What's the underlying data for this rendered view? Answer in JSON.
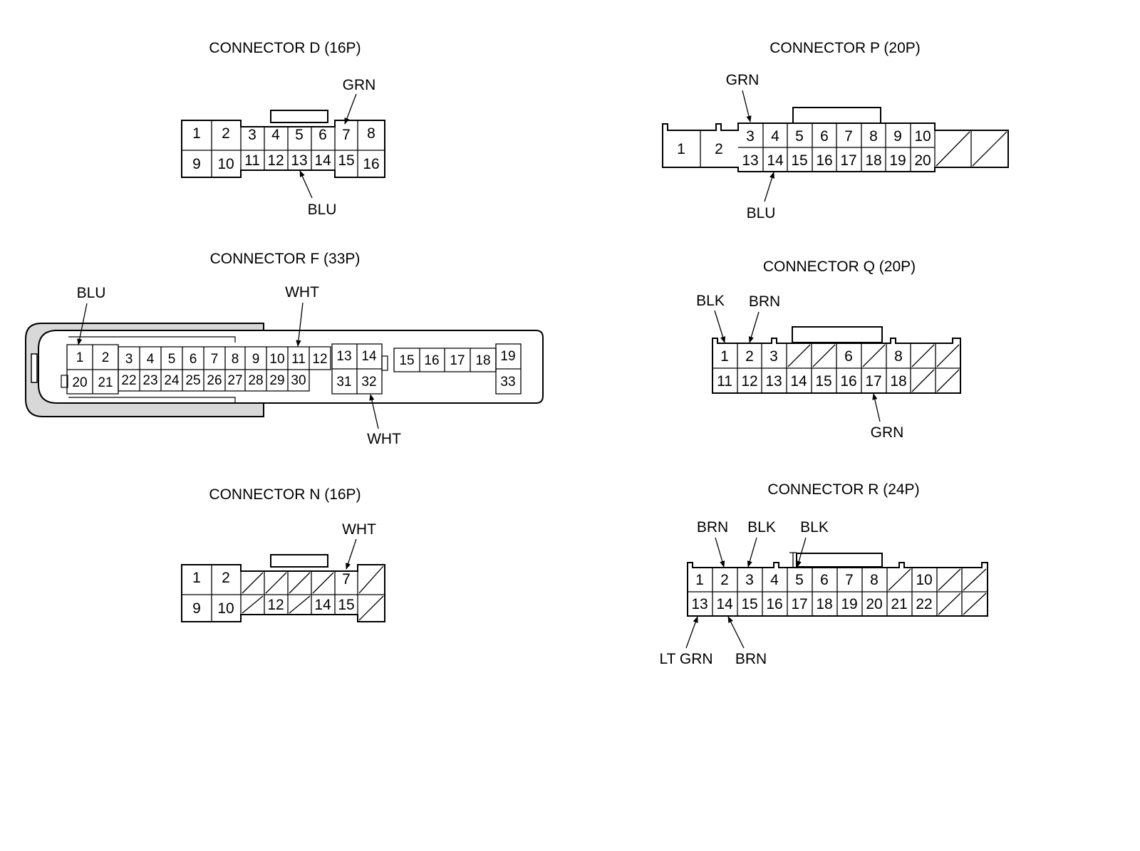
{
  "connectors": {
    "d": {
      "title": "CONNECTOR D (16P)",
      "top_pins": [
        "1",
        "2",
        "3",
        "4",
        "5",
        "6",
        "7",
        "8"
      ],
      "bottom_pins": [
        "9",
        "10",
        "11",
        "12",
        "13",
        "14",
        "15",
        "16"
      ],
      "wires": [
        {
          "pin": "7",
          "color": "GRN"
        },
        {
          "pin": "13",
          "color": "BLU"
        }
      ]
    },
    "p": {
      "title": "CONNECTOR P (20P)",
      "top_pins": [
        "1",
        "2",
        "3",
        "4",
        "5",
        "6",
        "7",
        "8",
        "9",
        "10",
        "",
        ""
      ],
      "bottom_pins": [
        "13",
        "14",
        "15",
        "16",
        "17",
        "18",
        "19",
        "20"
      ],
      "wires": [
        {
          "pin": "3",
          "color": "GRN"
        },
        {
          "pin": "14",
          "color": "BLU"
        }
      ]
    },
    "f": {
      "title": "CONNECTOR F (33P)",
      "top_pins": [
        "1",
        "2",
        "3",
        "4",
        "5",
        "6",
        "7",
        "8",
        "9",
        "10",
        "11",
        "12",
        "13",
        "14",
        "15",
        "16",
        "17",
        "18",
        "19"
      ],
      "bottom_pins": [
        "20",
        "21",
        "22",
        "23",
        "24",
        "25",
        "26",
        "27",
        "28",
        "29",
        "30",
        "31",
        "32",
        "33"
      ],
      "wires": [
        {
          "pin": "1",
          "color": "BLU"
        },
        {
          "pin": "11",
          "color": "WHT"
        },
        {
          "pin": "32",
          "color": "WHT"
        }
      ]
    },
    "q": {
      "title": "CONNECTOR Q (20P)",
      "top_pins": [
        "1",
        "2",
        "3",
        "",
        "",
        "6",
        "",
        "8",
        "",
        ""
      ],
      "bottom_pins": [
        "11",
        "12",
        "13",
        "14",
        "15",
        "16",
        "17",
        "18",
        "",
        ""
      ],
      "wires": [
        {
          "pin": "1",
          "color": "BLK"
        },
        {
          "pin": "2",
          "color": "BRN"
        },
        {
          "pin": "17",
          "color": "GRN"
        }
      ]
    },
    "n": {
      "title": "CONNECTOR N (16P)",
      "top_pins": [
        "1",
        "2",
        "",
        "",
        "",
        "",
        "7",
        ""
      ],
      "bottom_pins": [
        "9",
        "10",
        "",
        "12",
        "",
        "14",
        "15",
        ""
      ],
      "wires": [
        {
          "pin": "7",
          "color": "WHT"
        }
      ]
    },
    "r": {
      "title": "CONNECTOR R (24P)",
      "top_pins": [
        "1",
        "2",
        "3",
        "4",
        "5",
        "6",
        "7",
        "8",
        "",
        "10",
        "",
        ""
      ],
      "bottom_pins": [
        "13",
        "14",
        "15",
        "16",
        "17",
        "18",
        "19",
        "20",
        "21",
        "22",
        "",
        ""
      ],
      "wires": [
        {
          "pin": "2",
          "color": "BRN"
        },
        {
          "pin": "3",
          "color": "BLK"
        },
        {
          "pin": "5",
          "color": "BLK"
        },
        {
          "pin": "13",
          "color": "LT GRN"
        },
        {
          "pin": "14",
          "color": "BRN"
        }
      ]
    }
  }
}
